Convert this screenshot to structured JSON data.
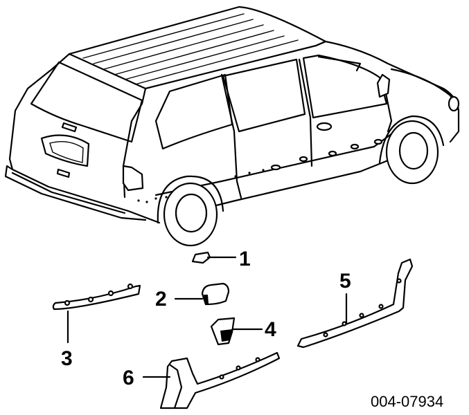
{
  "callouts": [
    {
      "id": "part-1",
      "label": "1"
    },
    {
      "id": "part-2",
      "label": "2"
    },
    {
      "id": "part-3",
      "label": "3"
    },
    {
      "id": "part-4",
      "label": "4"
    },
    {
      "id": "part-5",
      "label": "5"
    },
    {
      "id": "part-6",
      "label": "6"
    }
  ],
  "diagram_code": "004-07934",
  "colors": {
    "line": "#000000",
    "background": "#ffffff"
  }
}
